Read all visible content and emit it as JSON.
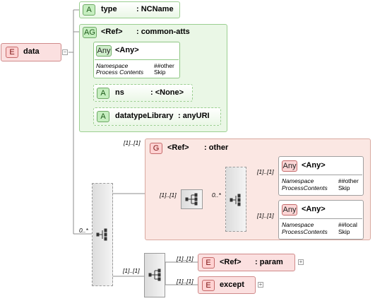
{
  "root": {
    "tag": "E",
    "name": "data",
    "expander": "−"
  },
  "attr_type": {
    "tag": "A",
    "name": "type",
    "type": ": NCName"
  },
  "group": {
    "tag": "AG",
    "ref": "<Ref>",
    "name": ": common-atts",
    "any_attr": {
      "tag": "Any",
      "name": "<Any>",
      "ns_label": "Namespace",
      "ns_value": "##other",
      "pc_label": "Process Contents",
      "pc_value": "Skip"
    },
    "attr_ns": {
      "tag": "A",
      "name": "ns",
      "type": ": <None>"
    },
    "attr_dtl": {
      "tag": "A",
      "name": "datatypeLibrary",
      "type": ": anyURI"
    }
  },
  "group_other": {
    "cardinality": "[1]..[1]",
    "tag": "G",
    "ref": "<Ref>",
    "name": ": other",
    "seq_cardinality": "[1]..[1]",
    "choice_cardinality": "0..*",
    "any1": {
      "cardinality": "[1]..[1]",
      "tag": "Any",
      "name": "<Any>",
      "ns_label": "Namespace",
      "ns_value": "##other",
      "pc_label": "ProcessContents",
      "pc_value": "Skip"
    },
    "any2": {
      "cardinality": "[1]..[1]",
      "tag": "Any",
      "name": "<Any>",
      "ns_label": "Namespace",
      "ns_value": "##local",
      "pc_label": "ProcessContents",
      "pc_value": "Skip"
    }
  },
  "outer_choice": {
    "cardinality": "0..*"
  },
  "bottom_seq": {
    "cardinality": "[1]..[1]"
  },
  "param": {
    "cardinality": "[1]..[1]",
    "tag": "E",
    "ref": "<Ref>",
    "name": ": param",
    "expander": "+"
  },
  "except": {
    "cardinality": "[1]..[1]",
    "tag": "E",
    "name": "except",
    "expander": "+"
  },
  "colors": {
    "attribute": "#eaf7e6",
    "group": "#fbe7e3",
    "element": "#ffd2d2"
  }
}
